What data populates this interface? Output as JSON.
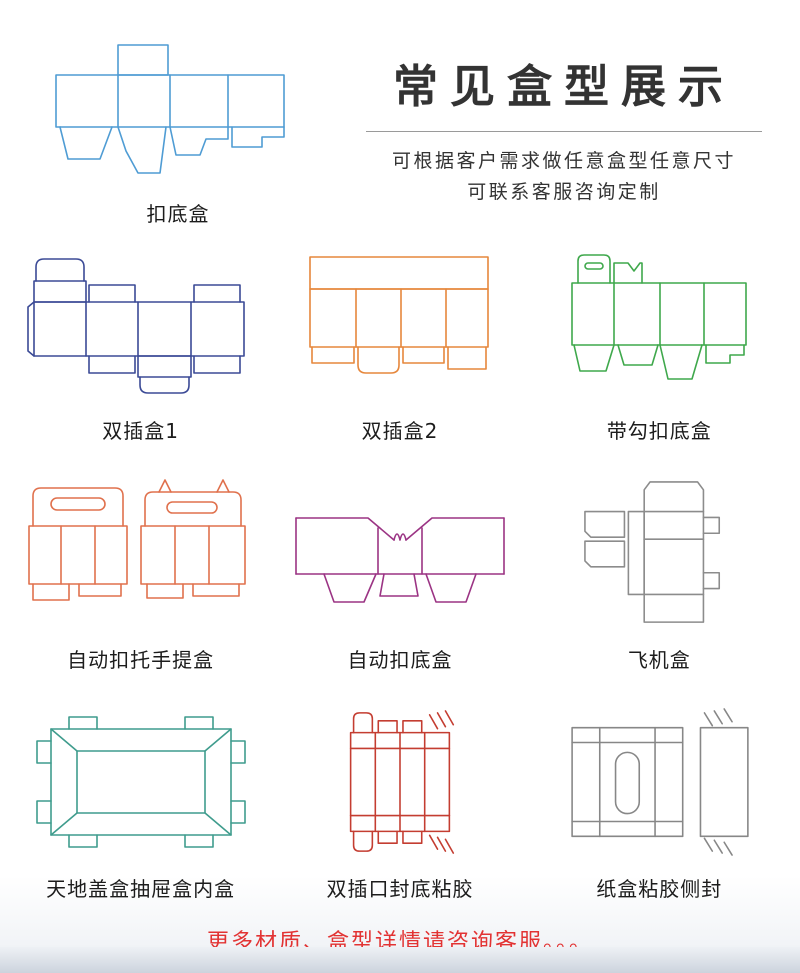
{
  "header": {
    "title": "常见盒型展示",
    "subtitle1": "可根据客户需求做任意盒型任意尺寸",
    "subtitle2": "可联系客服咨询定制"
  },
  "boxes": [
    {
      "id": "buckle-bottom-box",
      "label": "扣底盒",
      "color": "#4f9cd4"
    },
    {
      "id": "double-tuck-box-1",
      "label": "双插盒1",
      "color": "#3b4a96"
    },
    {
      "id": "double-tuck-box-2",
      "label": "双插盒2",
      "color": "#e6873c"
    },
    {
      "id": "hook-buckle-bottom-box",
      "label": "带勾扣底盒",
      "color": "#3fa84c"
    },
    {
      "id": "auto-lock-handle-box",
      "label": "自动扣托手提盒",
      "color": "#e0714d"
    },
    {
      "id": "auto-lock-bottom-box",
      "label": "自动扣底盒",
      "color": "#9b3484"
    },
    {
      "id": "airplane-box",
      "label": "飞机盒",
      "color": "#8c8c8c"
    },
    {
      "id": "lid-base-drawer-inner-box",
      "label": "天地盖盒抽屉盒内盒",
      "color": "#3f9c8d"
    },
    {
      "id": "double-tuck-glued-bottom",
      "label": "双插口封底粘胶",
      "color": "#c43d31"
    },
    {
      "id": "glued-side-seal-box",
      "label": "纸盒粘胶侧封",
      "color": "#878787"
    }
  ],
  "footer": {
    "note": "更多材质、盒型详情请咨询客服。。。"
  },
  "theme": {
    "title_color": "#333333",
    "subtitle_color": "#333333",
    "divider_color": "#9a9a9a",
    "label_color": "#1c1c1c",
    "note_color": "#e23333",
    "band_start": "#eef1f5",
    "band_end": "#ccd3dd"
  }
}
